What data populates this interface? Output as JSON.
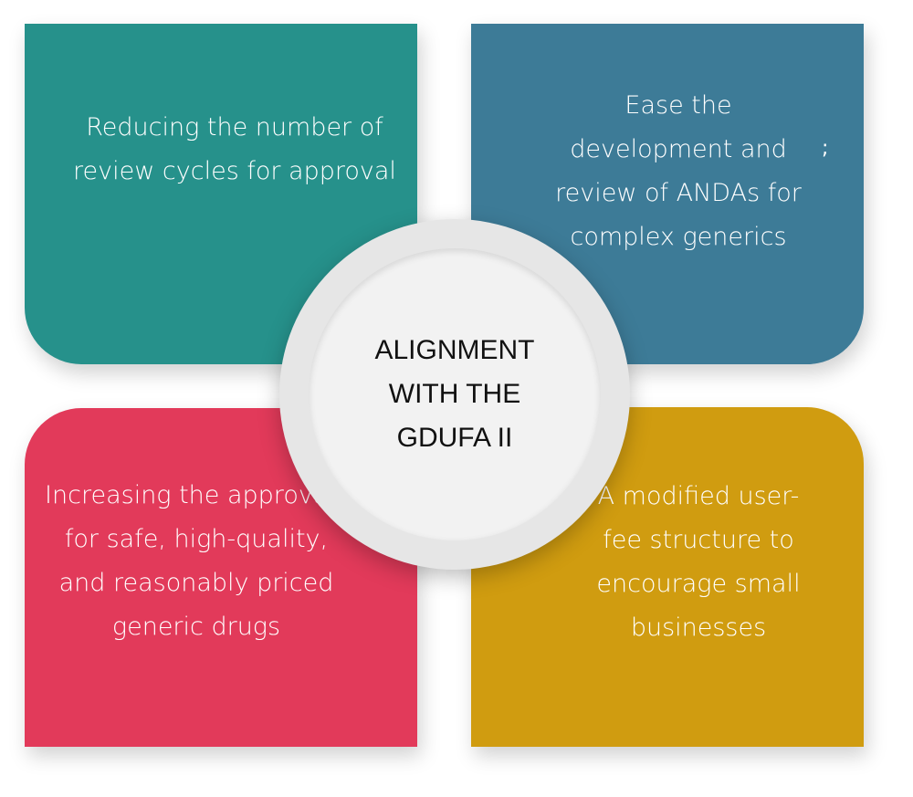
{
  "center": {
    "title": "ALIGNMENT WITH THE GDUFA II"
  },
  "cards": [
    {
      "text": "Reducing the number of review cycles for approval",
      "color": "#26918b"
    },
    {
      "text": "Ease the development and review of ANDAs for complex generics",
      "color": "#3d7b97"
    },
    {
      "text": "Increasing the approvals for safe, high-quality, and reasonably priced generic drugs",
      "color": "#e23a5a"
    },
    {
      "text": "A modified user-fee structure to encourage small businesses",
      "color": "#d09c10"
    }
  ],
  "stray_mark": ";"
}
